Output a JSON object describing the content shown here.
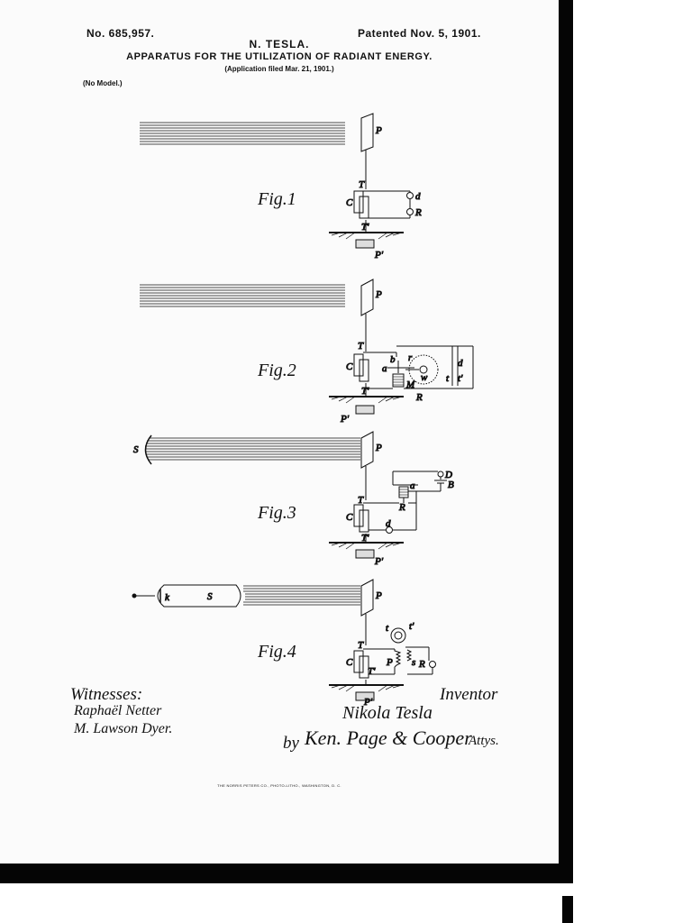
{
  "header": {
    "patent_number": "No. 685,957.",
    "patent_date": "Patented Nov. 5, 1901.",
    "inventor": "N. TESLA.",
    "title": "APPARATUS FOR THE UTILIZATION OF RADIANT ENERGY.",
    "application_filed": "(Application filed Mar. 21, 1901.)",
    "model_note": "(No Model.)"
  },
  "figures": {
    "fig1": {
      "label": "Fig.1",
      "letters": [
        "P",
        "T",
        "C",
        "T'",
        "P'",
        "d",
        "R"
      ]
    },
    "fig2": {
      "label": "Fig.2",
      "letters": [
        "P",
        "T",
        "C",
        "T'",
        "P'",
        "a",
        "b",
        "r",
        "M",
        "w",
        "d",
        "t",
        "t'",
        "R"
      ]
    },
    "fig3": {
      "label": "Fig.3",
      "letters": [
        "S",
        "P",
        "a",
        "D",
        "B",
        "R",
        "T",
        "C",
        "d",
        "T'",
        "P'"
      ]
    },
    "fig4": {
      "label": "Fig.4",
      "letters": [
        "k",
        "S",
        "P",
        "t",
        "t'",
        "T",
        "C",
        "T'",
        "P",
        "s",
        "R",
        "P'"
      ]
    }
  },
  "signatures": {
    "witnesses_label": "Witnesses:",
    "witness_1": "Raphaël Netter",
    "witness_2": "M. Lawson Dyer.",
    "inventor_label": "Inventor",
    "inventor_signature": "Nikola Tesla",
    "attorney_prefix": "by",
    "attorneys": "Ken. Page & Cooper",
    "attorney_suffix": "Attys."
  },
  "footer": {
    "printer": "THE NORRIS PETERS CO., PHOTO-LITHO., WASHINGTON, D. C."
  }
}
